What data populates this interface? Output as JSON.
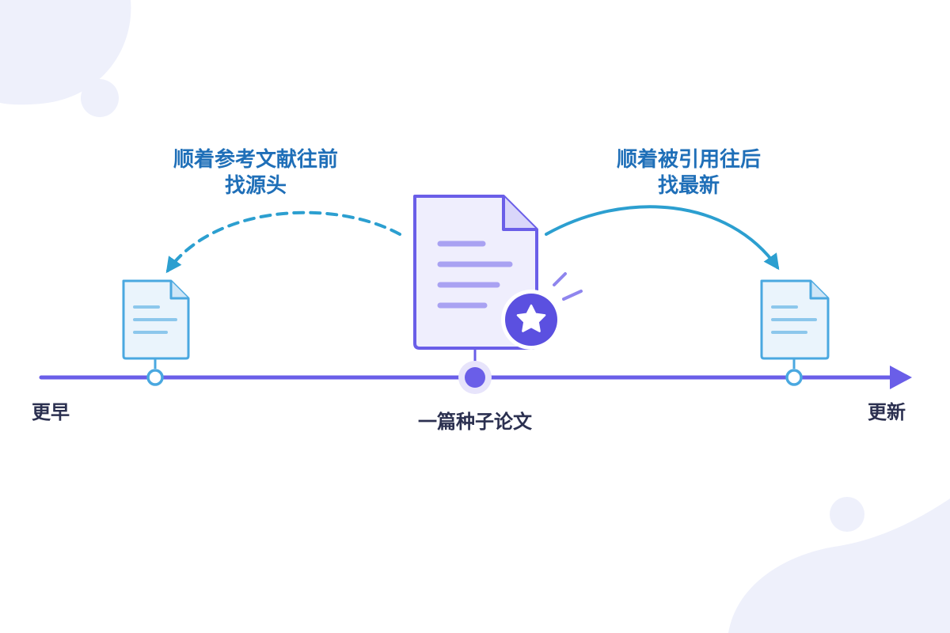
{
  "left_caption": {
    "line1": "顺着参考文献往前",
    "line2": "找源头"
  },
  "right_caption": {
    "line1": "顺着被引用往后",
    "line2": "找最新"
  },
  "timeline": {
    "start_label": "更早",
    "center_label": "一篇种子论文",
    "end_label": "更新"
  },
  "icons": {
    "older_paper": "document-icon",
    "seed_paper": "document-icon",
    "star_badge": "star-icon",
    "newer_paper": "document-icon"
  },
  "colors": {
    "purple_accent": "#6a5ee8",
    "blue_accent": "#4aa8e0",
    "caption_blue": "#1f6fb8",
    "arrow_teal": "#2c9fd0",
    "label_dark": "#2b3050"
  }
}
